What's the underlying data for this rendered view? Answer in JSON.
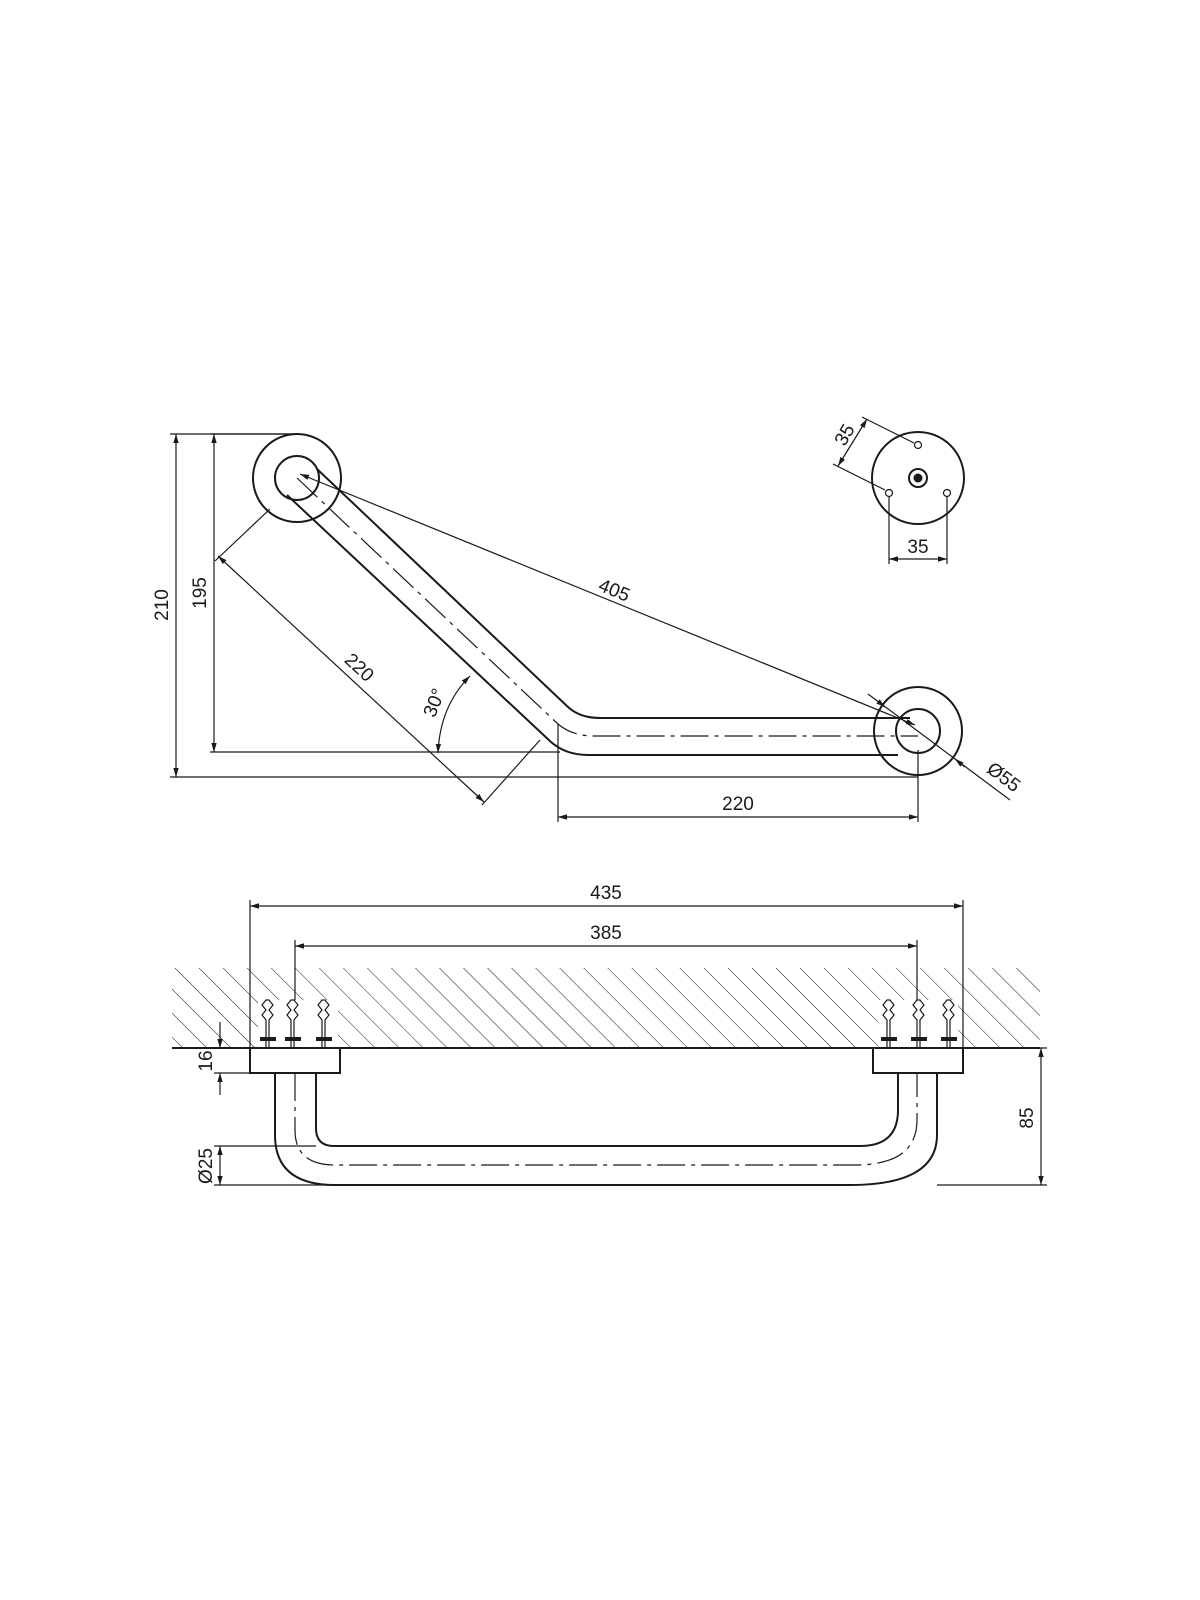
{
  "diagram": {
    "top_view": {
      "dim_height_outer": "210",
      "dim_height_inner": "195",
      "dim_diagonal_span": "405",
      "dim_leg_angled": "220",
      "dim_angle": "30°",
      "dim_flange_diameter": "Ø55",
      "dim_leg_horizontal": "220"
    },
    "flange_detail": {
      "dim_hole_offset": "35",
      "dim_hole_spacing": "35"
    },
    "front_view": {
      "dim_overall_length": "435",
      "dim_center_distance": "385",
      "dim_flange_thickness": "16",
      "dim_tube_diameter": "Ø25",
      "dim_projection": "85"
    }
  }
}
